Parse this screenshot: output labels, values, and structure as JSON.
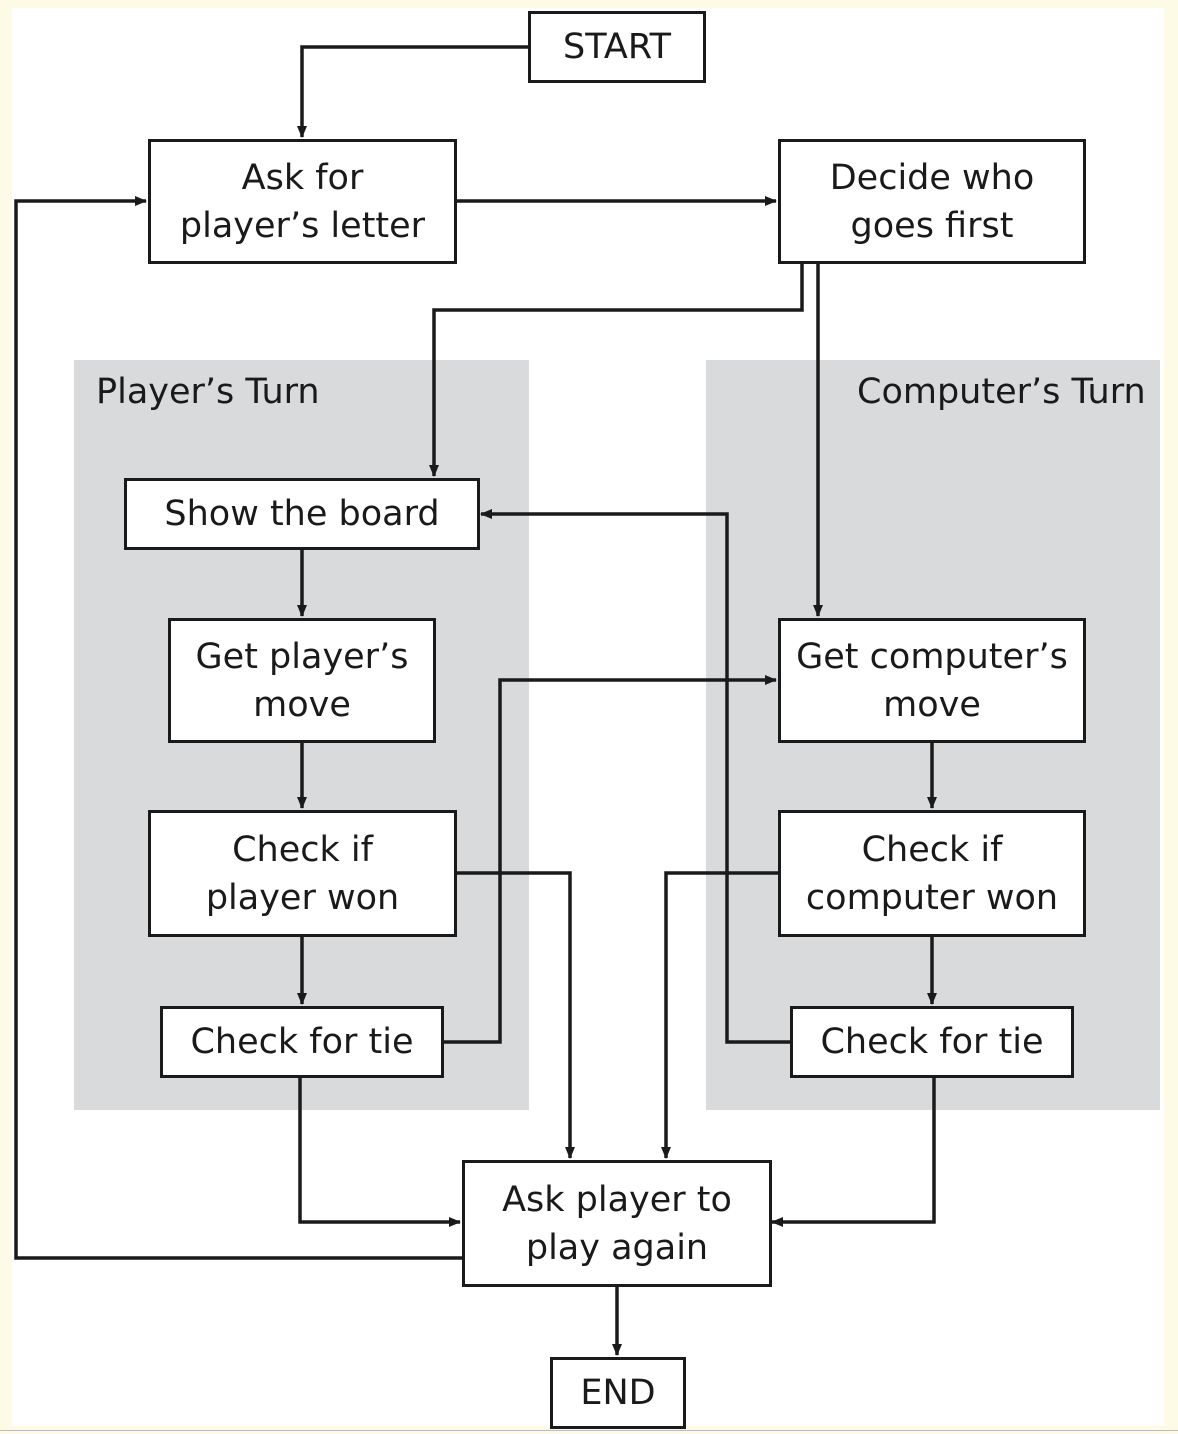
{
  "regions": {
    "player": {
      "label": "Player’s Turn"
    },
    "computer": {
      "label": "Computer’s Turn"
    }
  },
  "nodes": {
    "start": "START",
    "ask_letter": "Ask for\nplayer’s letter",
    "decide_first": "Decide who\ngoes first",
    "show_board": "Show the board",
    "get_player_move": "Get player’s\nmove",
    "check_player_won": "Check if\nplayer won",
    "check_tie_player": "Check for tie",
    "get_computer_move": "Get computer’s\nmove",
    "check_computer_won": "Check if\ncomputer won",
    "check_tie_computer": "Check for tie",
    "play_again": "Ask player to\nplay again",
    "end": "END"
  },
  "colors": {
    "line": "#1a1a1a",
    "region_fill": "#d9dadc",
    "page_background": "#fdfbe6"
  }
}
